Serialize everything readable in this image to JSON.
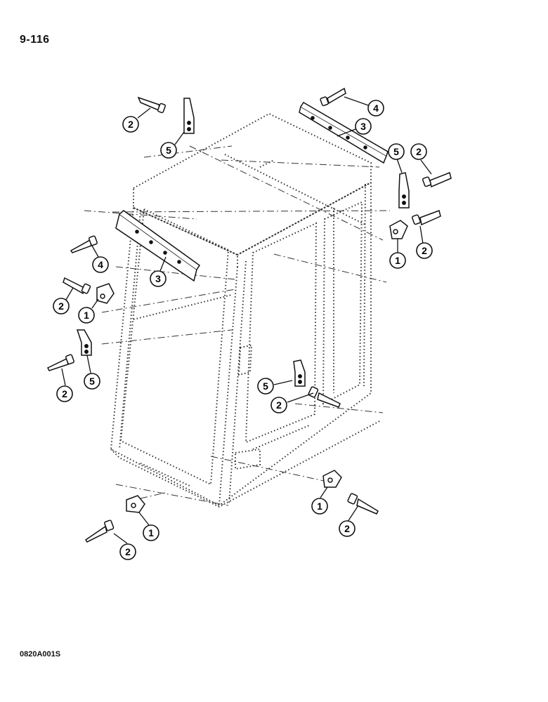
{
  "page_number": "9-116",
  "document_code": "0820A001S",
  "callouts": {
    "c01": "2",
    "c02": "5",
    "c03": "4",
    "c04": "3",
    "c05": "5",
    "c06": "2",
    "c07": "1",
    "c08": "2",
    "c09": "4",
    "c10": "3",
    "c11": "2",
    "c12": "1",
    "c13": "5",
    "c14": "2",
    "c15": "5",
    "c16": "2",
    "c17": "1",
    "c18": "2",
    "c19": "1",
    "c20": "2"
  }
}
